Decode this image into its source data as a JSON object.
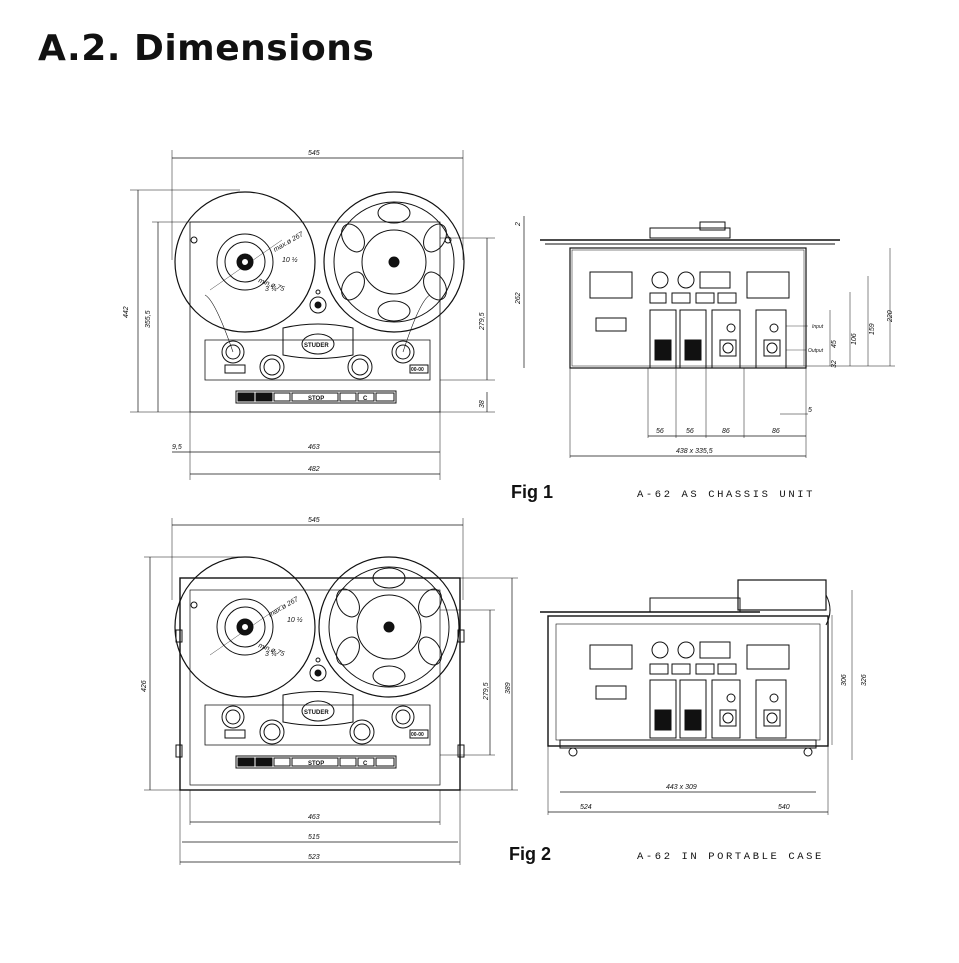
{
  "page": {
    "title": "A.2. Dimensions"
  },
  "fig1": {
    "label": "Fig 1",
    "caption": "A-62   AS CHASSIS UNIT",
    "front": {
      "brand": "STUDER",
      "reel_left_max": "max.ø 267",
      "reel_left_max_in": "10 ½",
      "reel_left_min": "min.ø 75",
      "reel_left_min_in": "3 ¼",
      "stop_label": "STOP",
      "c_label": "C",
      "counter": "00-00",
      "dims": {
        "width_top": "545",
        "height_outer": "442",
        "height_inner": "355,5",
        "height_right": "279,5",
        "bottom_right": "38",
        "left_offset": "9,5",
        "width_inner": "463",
        "width_bottom": "482"
      }
    },
    "side": {
      "top_offset": "2",
      "height_left": "262",
      "dim_45": "45",
      "dim_32": "32",
      "dim_106": "106",
      "dim_159": "159",
      "dim_220": "220",
      "input_label": "Input",
      "output_label": "Output",
      "w1": "56",
      "w2": "56",
      "w3": "86",
      "w4": "86",
      "small_dim": "5",
      "width_total": "438 x 335,5"
    }
  },
  "fig2": {
    "label": "Fig 2",
    "caption": "A-62   IN PORTABLE CASE",
    "front": {
      "brand": "STUDER",
      "reel_left_max": "max.ø 267",
      "reel_left_max_in": "10 ½",
      "reel_left_min": "min.ø 75",
      "reel_left_min_in": "3 ¼",
      "stop_label": "STOP",
      "c_label": "C",
      "counter": "00-00",
      "dims": {
        "width_top": "545",
        "height_outer": "426",
        "height_right": "279,5",
        "height_right2": "389",
        "width_inner": "463",
        "width_mid": "515",
        "width_bottom": "523"
      }
    },
    "side": {
      "height_1": "306",
      "height_2": "326",
      "width_total": "443 x 309",
      "w_left": "524",
      "w_right": "540"
    }
  }
}
